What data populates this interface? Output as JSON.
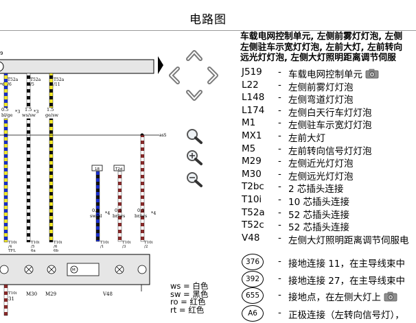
{
  "window": {
    "title": "电路图"
  },
  "panel": {
    "heading": [
      "车载电网控制单元, 左侧前雾灯灯泡, 左侧",
      "左侧驻车示宽灯灯泡, 左前大灯, 左前转向",
      "远光灯灯泡, 左侧大灯照明距离调节伺服"
    ],
    "components": [
      {
        "code": "J519",
        "desc": "车载电网控制单元",
        "camera": true
      },
      {
        "code": "L22",
        "desc": "左侧前雾灯灯泡",
        "camera": false
      },
      {
        "code": "L148",
        "desc": "左侧弯道灯灯泡",
        "camera": false
      },
      {
        "code": "L174",
        "desc": "左侧白天行车灯灯泡",
        "camera": false
      },
      {
        "code": "M1",
        "desc": "左侧驻车示宽灯灯泡",
        "camera": false
      },
      {
        "code": "MX1",
        "desc": "左前大灯",
        "camera": false
      },
      {
        "code": "M5",
        "desc": "左前转向信号灯灯泡",
        "camera": false
      },
      {
        "code": "M29",
        "desc": "左侧近光灯灯泡",
        "camera": false
      },
      {
        "code": "M30",
        "desc": "左侧远光灯灯泡",
        "camera": false
      },
      {
        "code": "T2bc",
        "desc": "2 芯插头连接",
        "camera": false
      },
      {
        "code": "T10i",
        "desc": "10 芯插头连接",
        "camera": false
      },
      {
        "code": "T52a",
        "desc": "52 芯插头连接",
        "camera": false
      },
      {
        "code": "T52c",
        "desc": "52 芯插头连接",
        "camera": false
      },
      {
        "code": "V48",
        "desc": "左侧大灯照明距离调节伺服电",
        "camera": false
      }
    ],
    "connections": [
      {
        "num": "376",
        "desc": "接地连接 11，在主导线束中",
        "camera": false
      },
      {
        "num": "392",
        "desc": "接地连接 27，在主导线束中",
        "camera": false
      },
      {
        "num": "655",
        "desc": "接地点，在左侧大灯上",
        "camera": true
      },
      {
        "num": "A6",
        "desc": "正极连接（左转向信号灯），",
        "camera": false
      }
    ]
  },
  "legend": [
    {
      "code": "ws",
      "color": "白色"
    },
    {
      "code": "sw",
      "color": "黑色"
    },
    {
      "code": "ro",
      "color": "红色"
    },
    {
      "code": "rt",
      "color": "红色"
    }
  ],
  "diagram": {
    "wires": [
      {
        "pin": "T52a\n/6",
        "size": "0.5",
        "color_code": "bl/ge",
        "stripes": [
          "#1a2fd0",
          "#f4ea2a"
        ]
      },
      {
        "pin": "T52a\n/5",
        "size": "1.5",
        "color_code": "ws/sw",
        "stripes": [
          "#ffffff",
          "#111111"
        ]
      },
      {
        "pin": "T52a\n/11",
        "size": "1.5",
        "color_code": "ge/sw",
        "stripes": [
          "#f4ea2a",
          "#111111"
        ]
      },
      {
        "pin": "",
        "size": "0.5",
        "color_code": "sw/bl",
        "stripes": [
          "#111111",
          "#1a2fd0"
        ]
      },
      {
        "pin": "",
        "size": "0.5",
        "color_code": "br/ws",
        "stripes": [
          "#8a2a2a",
          "#ffffff"
        ]
      },
      {
        "pin": "",
        "size": "0.5",
        "color_code": "br/ws",
        "stripes": [
          "#8a2a2a",
          "#ffffff"
        ]
      }
    ],
    "labels": {
      "top_num": "9",
      "left_code": "*6",
      "note3": "*3",
      "node_label": "as5",
      "note4a": "*4",
      "note4b": "*4",
      "conn_a": "18",
      "conn_b": "T2d",
      "bottom_pins": [
        "T10i\n/4",
        "T10i\n/5",
        "T10i\n/6",
        "T10i\n/1",
        "T10i\n/3",
        "T10i\n/2"
      ],
      "tfl": "TFL",
      "pin_6a": "6a",
      "pin_6b": "6b",
      "lbl_m30": "M30",
      "lbl_m29": "M29",
      "lbl_v48": "V48",
      "lbl_t10": "T10i\n31",
      "lbl_31": "31"
    }
  },
  "icons": {
    "nav": [
      "arrow-up-icon",
      "arrow-left-icon",
      "arrow-right-icon",
      "arrow-down-icon"
    ],
    "zoom": [
      "zoom-search-icon",
      "zoom-in-icon",
      "zoom-out-icon"
    ]
  }
}
